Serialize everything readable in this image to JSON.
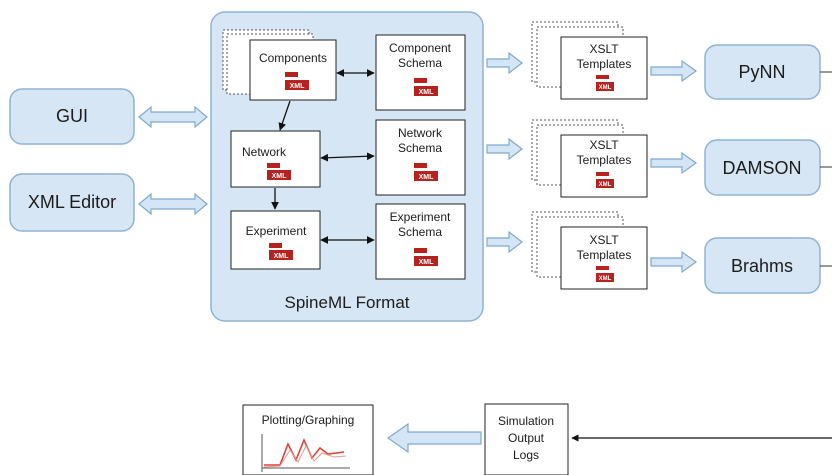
{
  "colors": {
    "panel_fill": "#d7e6f4",
    "panel_stroke": "#8eb3d3",
    "box_stroke": "#222222",
    "xml_badge": "#b8221e",
    "block_arrow_fill": "#d4e6f5",
    "block_arrow_stroke": "#7fa9cf",
    "plot_line": "#d9433a"
  },
  "tools": {
    "gui": "GUI",
    "xml_editor": "XML Editor"
  },
  "spineml": {
    "title": "SpineML Format",
    "components": "Components",
    "network": "Network",
    "experiment": "Experiment",
    "component_schema": [
      "Component",
      "Schema"
    ],
    "network_schema": [
      "Network",
      "Schema"
    ],
    "experiment_schema": [
      "Experiment",
      "Schema"
    ],
    "xml_badge": "XML"
  },
  "templates": {
    "lines": [
      "XSLT",
      "Templates"
    ]
  },
  "simulators": {
    "pynn": "PyNN",
    "damson": "DAMSON",
    "brahms": "Brahms"
  },
  "output": {
    "plotting": "Plotting/Graphing",
    "logs": [
      "Simulation",
      "Output",
      "Logs"
    ]
  }
}
